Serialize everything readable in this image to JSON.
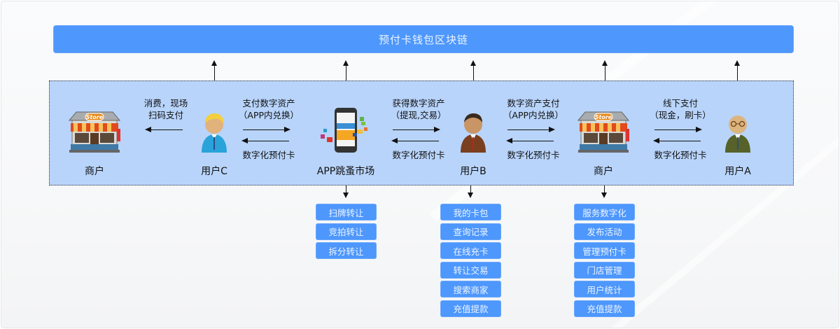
{
  "colors": {
    "chain_bar": "#4d97fd",
    "flow_panel": "#b8d4fb",
    "menu_button": "#4d97fd",
    "text_dark": "#111111",
    "text_light": "#eaf3ff"
  },
  "chain": {
    "title": "预付卡钱包区块链"
  },
  "nodes": [
    {
      "id": "merchant-left",
      "label": "商户",
      "icon": "store-icon"
    },
    {
      "id": "user-c",
      "label": "用户C",
      "icon": "user-blond-icon"
    },
    {
      "id": "app-market",
      "label": "APP跳蚤市场",
      "icon": "smartphone-app-icon"
    },
    {
      "id": "user-b",
      "label": "用户B",
      "icon": "user-brown-icon"
    },
    {
      "id": "merchant-right",
      "label": "商户",
      "icon": "store-icon"
    },
    {
      "id": "user-a",
      "label": "用户A",
      "icon": "user-glasses-icon"
    }
  ],
  "edges": [
    {
      "top_line1": "消费，现场",
      "top_line2": "扫码支付",
      "bottom": "",
      "arrows": [
        "left"
      ]
    },
    {
      "top_line1": "支付数字资产",
      "top_line2": "（APP内兑换）",
      "bottom": "数字化预付卡",
      "arrows": [
        "right",
        "left"
      ]
    },
    {
      "top_line1": "获得数字资产",
      "top_line2": "（提现,交易）",
      "bottom": "数字化预付卡",
      "arrows": [
        "right",
        "left"
      ]
    },
    {
      "top_line1": "数字资产支付",
      "top_line2": "（APP内兑换）",
      "bottom": "数字化预付卡",
      "arrows": [
        "right",
        "left"
      ]
    },
    {
      "top_line1": "线下支付",
      "top_line2": "（现金，刷卡）",
      "bottom": "数字化预付卡",
      "arrows": [
        "right",
        "left"
      ]
    }
  ],
  "menus": {
    "app_market": [
      "扫牌转让",
      "竞拍转让",
      "拆分转让"
    ],
    "user_b": [
      "我的卡包",
      "查询记录",
      "在线充卡",
      "转让交易",
      "搜索商家",
      "充值提款"
    ],
    "merchant": [
      "服务数字化",
      "发布活动",
      "管理预付卡",
      "门店管理",
      "用户统计",
      "充值提款"
    ]
  }
}
